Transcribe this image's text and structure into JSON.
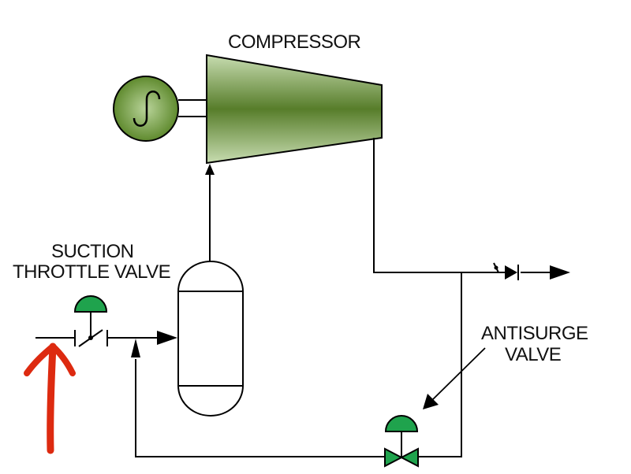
{
  "labels": {
    "compressor": "COMPRESSOR",
    "suction_valve_line1": "SUCTION",
    "suction_valve_line2": "THROTTLE VALVE",
    "antisurge_line1": "ANTISURGE",
    "antisurge_line2": "VALVE"
  },
  "colors": {
    "line": "#000000",
    "compressor_dark": "#577d2a",
    "compressor_light": "#c7dcb0",
    "actuator_green": "#1fa34d",
    "highlight_arrow": "#dd2a10",
    "text": "#111111"
  },
  "icons": {
    "motor": "motor-sine-icon",
    "valve_actuator": "valve-actuator-dome-icon",
    "check_valve": "check-valve-icon",
    "highlight_arrow": "red-up-arrow-icon"
  }
}
